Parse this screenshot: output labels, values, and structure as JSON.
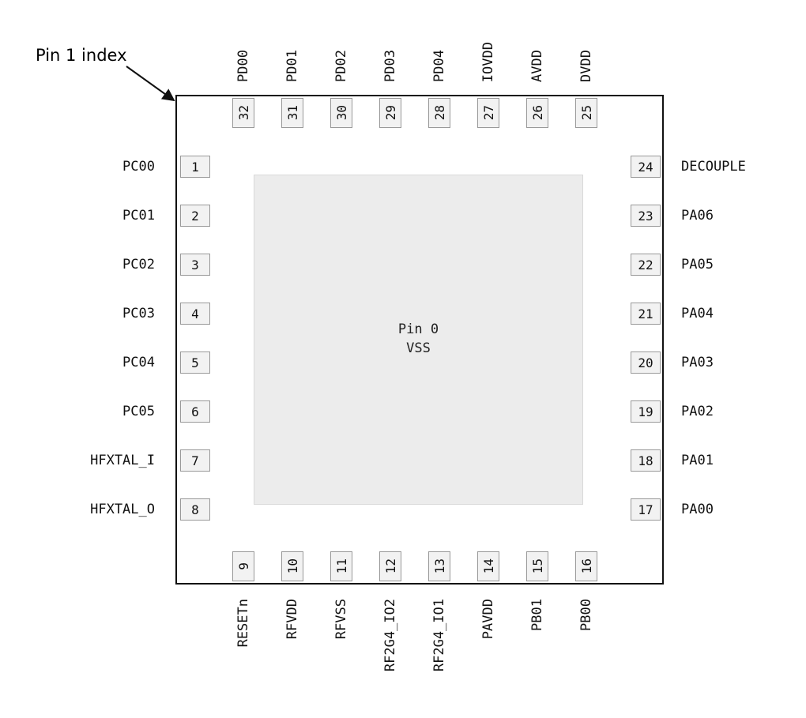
{
  "callout": {
    "pin1_index_label": "Pin 1 index"
  },
  "chip": {
    "center_label_line1": "Pin 0",
    "center_label_line2": "VSS"
  },
  "pins": {
    "left": [
      {
        "number": "1",
        "label": "PC00"
      },
      {
        "number": "2",
        "label": "PC01"
      },
      {
        "number": "3",
        "label": "PC02"
      },
      {
        "number": "4",
        "label": "PC03"
      },
      {
        "number": "5",
        "label": "PC04"
      },
      {
        "number": "6",
        "label": "PC05"
      },
      {
        "number": "7",
        "label": "HFXTAL_I"
      },
      {
        "number": "8",
        "label": "HFXTAL_O"
      }
    ],
    "right": [
      {
        "number": "24",
        "label": "DECOUPLE"
      },
      {
        "number": "23",
        "label": "PA06"
      },
      {
        "number": "22",
        "label": "PA05"
      },
      {
        "number": "21",
        "label": "PA04"
      },
      {
        "number": "20",
        "label": "PA03"
      },
      {
        "number": "19",
        "label": "PA02"
      },
      {
        "number": "18",
        "label": "PA01"
      },
      {
        "number": "17",
        "label": "PA00"
      }
    ],
    "top": [
      {
        "number": "32",
        "label": "PD00"
      },
      {
        "number": "31",
        "label": "PD01"
      },
      {
        "number": "30",
        "label": "PD02"
      },
      {
        "number": "29",
        "label": "PD03"
      },
      {
        "number": "28",
        "label": "PD04"
      },
      {
        "number": "27",
        "label": "IOVDD"
      },
      {
        "number": "26",
        "label": "AVDD"
      },
      {
        "number": "25",
        "label": "DVDD"
      }
    ],
    "bottom": [
      {
        "number": "9",
        "label": "RESETn"
      },
      {
        "number": "10",
        "label": "RFVDD"
      },
      {
        "number": "11",
        "label": "RFVSS"
      },
      {
        "number": "12",
        "label": "RF2G4_IO2"
      },
      {
        "number": "13",
        "label": "RF2G4_IO1"
      },
      {
        "number": "14",
        "label": "PAVDD"
      },
      {
        "number": "15",
        "label": "PB01"
      },
      {
        "number": "16",
        "label": "PB00"
      }
    ]
  },
  "colors": {
    "chip_border": "#111111",
    "box_fill": "#f2f2f2",
    "box_border": "#999999",
    "pad_fill": "#ececec",
    "pad_border": "#d9d9d9",
    "index_dot": "#8c8c8c",
    "arrow": "#111111"
  }
}
